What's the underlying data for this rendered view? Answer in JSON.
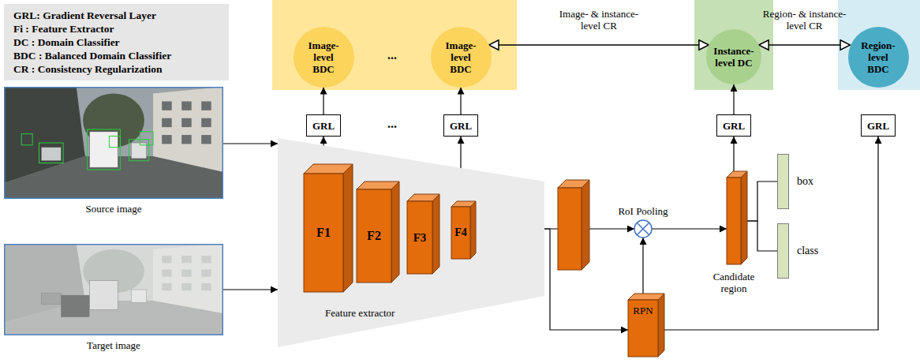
{
  "diagram": {
    "nodes": [
      {
        "text": [
          "GRL: Gradient Reversal Layer",
          "Fi : Feature Extractor",
          "DC : Domain Classifier",
          "BDC : Balanced Domain Classifier",
          "CR : Consistency Regularization"
        ]
      },
      {
        "text": [
          "Image-level BDC"
        ]
      },
      {
        "text": [
          "Image-level BDC"
        ]
      },
      {
        "text": [
          "Instance-level DC"
        ]
      },
      {
        "text": [
          "Region-level BDC"
        ]
      },
      {
        "text": [
          "GRL"
        ]
      },
      {
        "text": [
          "GRL"
        ]
      },
      {
        "text": [
          "GRL"
        ]
      },
      {
        "text": [
          "GRL"
        ]
      },
      {
        "text": [
          "Source image"
        ]
      },
      {
        "text": [
          "Target image"
        ]
      },
      {
        "text": [
          "Feature extractor"
        ]
      },
      {
        "text": [
          "F1"
        ],
        "in": 11
      },
      {
        "text": [
          "F2"
        ],
        "in": 11
      },
      {
        "text": [
          "F3"
        ],
        "in": 11
      },
      {
        "text": [
          "F4"
        ],
        "in": 11
      },
      {
        "text": [
          "RoI Pooling"
        ]
      },
      {
        "text": [
          "Candidate region"
        ]
      },
      {
        "text": [
          "box"
        ]
      },
      {
        "text": [
          "class"
        ]
      },
      {
        "text": [
          "RPN"
        ]
      }
    ],
    "edges": [
      {
        "from": 9,
        "to": 11,
        "arrow": "to"
      },
      {
        "from": 10,
        "to": 11,
        "arrow": "to"
      },
      {
        "from": 12,
        "to": 5,
        "arrow": "to"
      },
      {
        "from": 15,
        "to": 6,
        "arrow": "to"
      },
      {
        "from": 5,
        "to": 1,
        "arrow": "to"
      },
      {
        "from": 6,
        "to": 2,
        "arrow": "to"
      },
      {
        "from": 2,
        "to": 3,
        "label": "Image- & instance-level CR",
        "arrow": "both"
      },
      {
        "from": 3,
        "to": 4,
        "label": "Region- & instance-level CR",
        "arrow": "both"
      },
      {
        "from": 11,
        "to": 16,
        "arrow": "to"
      },
      {
        "from": 11,
        "to": 20,
        "arrow": "to"
      },
      {
        "from": 20,
        "to": 16,
        "arrow": "to"
      },
      {
        "from": 16,
        "to": 17,
        "arrow": "to"
      },
      {
        "from": 17,
        "to": 18,
        "arrow": "none"
      },
      {
        "from": 17,
        "to": 19,
        "arrow": "none"
      },
      {
        "from": 17,
        "to": 7,
        "arrow": "to"
      },
      {
        "from": 7,
        "to": 3,
        "arrow": "to"
      },
      {
        "from": 20,
        "to": 8,
        "arrow": "to"
      }
    ],
    "labels": [
      "...",
      "..."
    ]
  }
}
